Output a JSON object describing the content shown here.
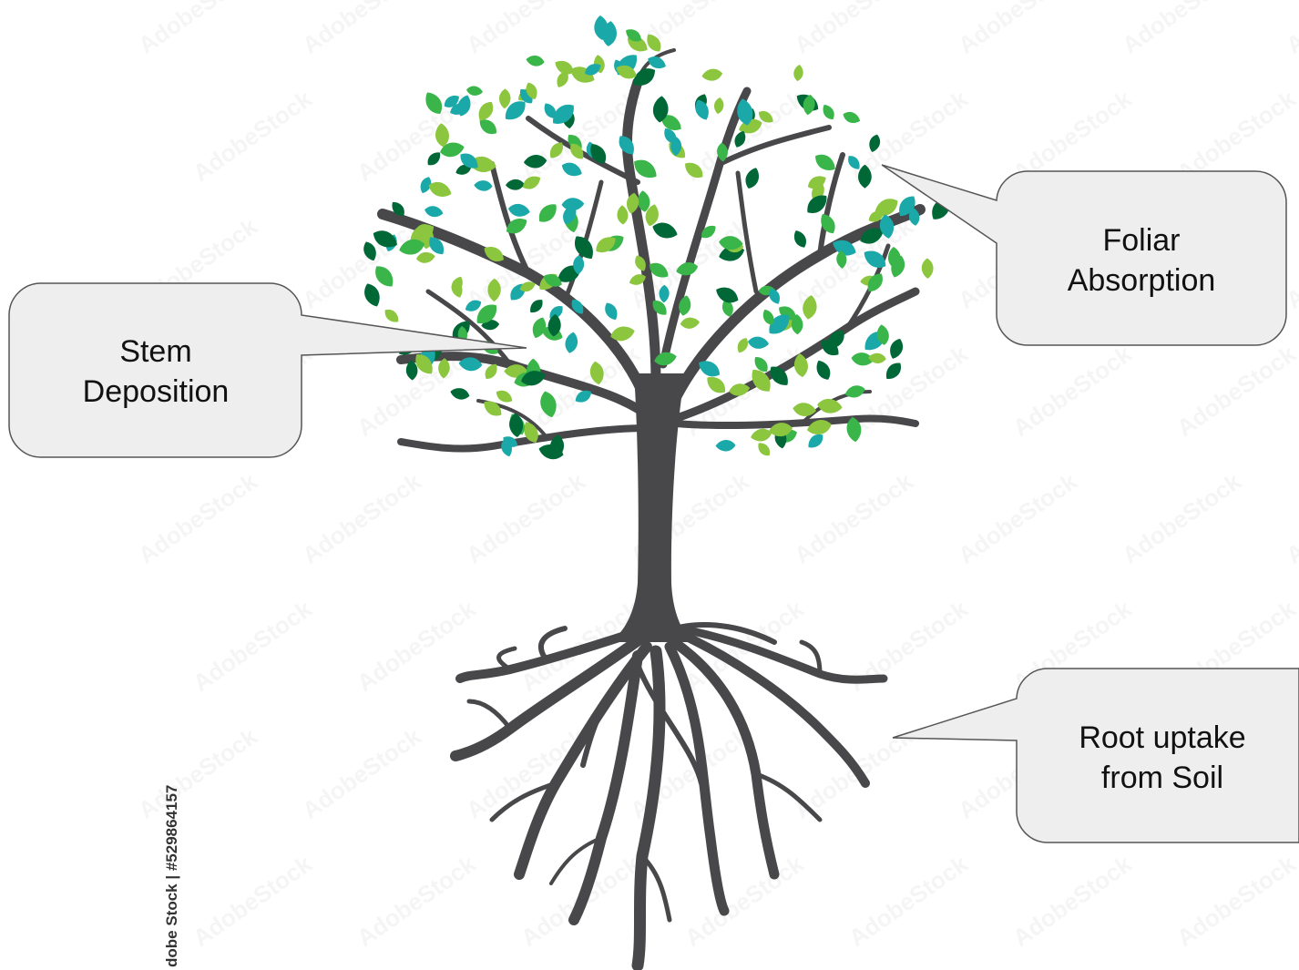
{
  "callouts": {
    "stem": {
      "line1": "Stem",
      "line2": "Deposition"
    },
    "foliar": {
      "line1": "Foliar",
      "line2": "Absorption"
    },
    "root": {
      "line1": "Root uptake",
      "line2": "from Soil"
    }
  },
  "watermark": {
    "side_text": "dobe Stock | #529864157",
    "tile_text": "AdobeStock"
  },
  "colors": {
    "trunk": "#48484b",
    "leaf_light": "#8cc63f",
    "leaf_teal": "#1aa9a8",
    "leaf_dark": "#006837",
    "leaf_mid": "#39b54a",
    "callout_fill": "#eeeeee",
    "callout_stroke": "#555555"
  }
}
